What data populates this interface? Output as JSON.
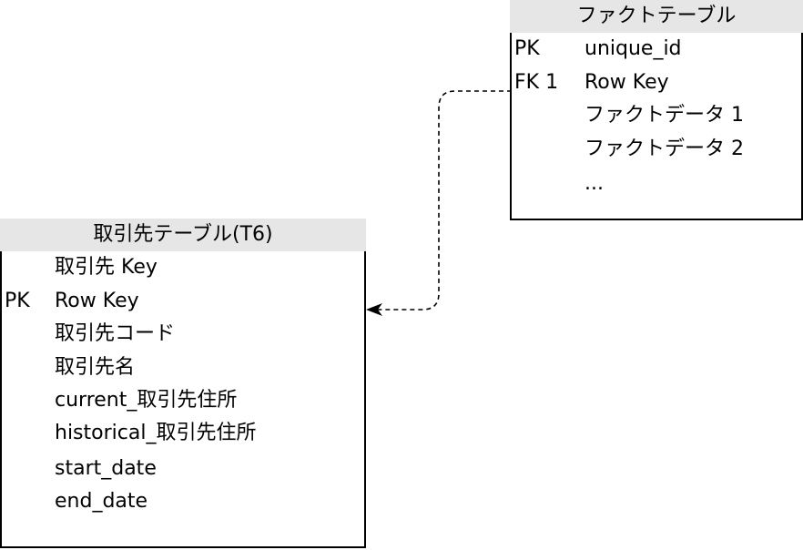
{
  "fact_table": {
    "title": "ファクトテーブル",
    "rows": [
      {
        "key": "PK",
        "field": "unique_id"
      },
      {
        "key": "FK 1",
        "field": "Row Key"
      },
      {
        "key": "",
        "field": "ファクトデータ 1"
      },
      {
        "key": "",
        "field": "ファクトデータ 2"
      },
      {
        "key": "",
        "field": "..."
      }
    ]
  },
  "dim_table": {
    "title": "取引先テーブル(T6)",
    "rows": [
      {
        "key": "",
        "field": "取引先 Key"
      },
      {
        "key": "PK",
        "field": "Row Key"
      },
      {
        "key": "",
        "field": "取引先コード"
      },
      {
        "key": "",
        "field": "取引先名"
      },
      {
        "key": "",
        "field": "current_取引先住所"
      },
      {
        "key": "",
        "field": "historical_取引先住所"
      },
      {
        "key": "",
        "field": "start_date"
      },
      {
        "key": "",
        "field": "end_date"
      }
    ]
  },
  "relationship": {
    "from": "fact_table.Row Key",
    "to": "dim_table.Row Key",
    "line_style": "dashed",
    "line_color": "#000000"
  }
}
